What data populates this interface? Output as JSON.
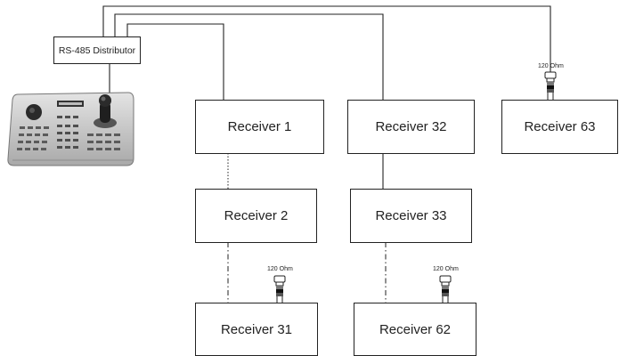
{
  "distributor": {
    "label": "RS-485 Distributor"
  },
  "receivers": {
    "r1": "Receiver 1",
    "r2": "Receiver 2",
    "r31": "Receiver 31",
    "r32": "Receiver 32",
    "r33": "Receiver 33",
    "r62": "Receiver 62",
    "r63": "Receiver 63"
  },
  "terminators": {
    "t31": "120 Ohm",
    "t62": "120 Ohm",
    "t63": "120 Ohm"
  },
  "icons": {
    "controller": "ptz-keyboard-controller-icon",
    "terminator": "terminator-resistor-icon"
  }
}
